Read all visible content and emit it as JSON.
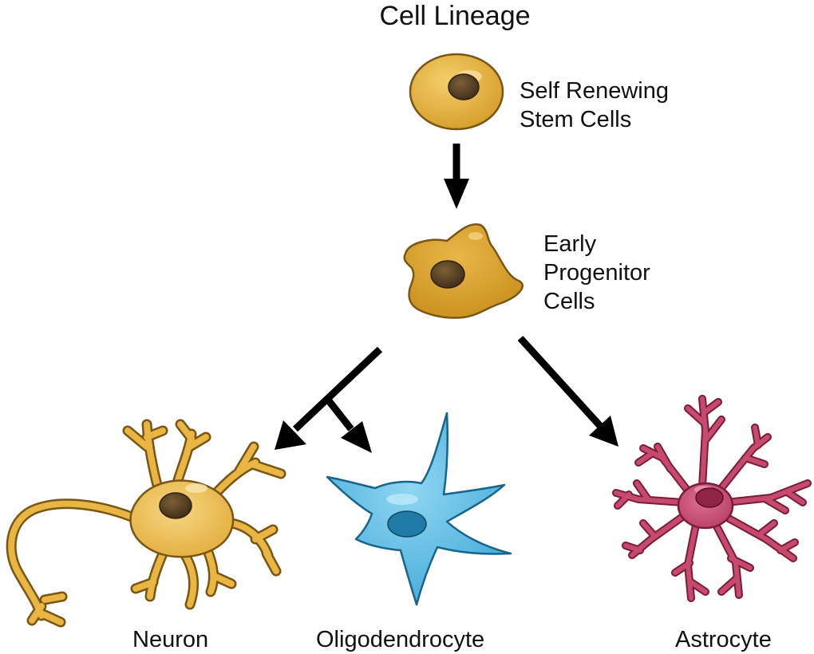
{
  "title": "Cell Lineage",
  "stem_cells": {
    "line1": "Self Renewing",
    "line2": "Stem Cells"
  },
  "progenitor_cells": {
    "line1": "Early",
    "line2": "Progenitor",
    "line3": "Cells"
  },
  "mature_cells": {
    "neuron": "Neuron",
    "oligodendrocyte": "Oligodendrocyte",
    "astrocyte": "Astrocyte"
  },
  "colors": {
    "neuron_fill": "#E9B543",
    "stem_fill": "#E2AC38",
    "progenitor_fill": "#D8A02A",
    "cell_outline": "#7A5514",
    "nucleus": "#5A4224",
    "oligodendrocyte_fill": "#58B8DF",
    "oligodendrocyte_outline": "#17648C",
    "oligodendrocyte_nucleus": "#1F7BA6",
    "astrocyte_fill": "#C64A6E",
    "astrocyte_outline": "#7B1C38",
    "astrocyte_nucleus": "#8F2444",
    "arrow": "#000000"
  }
}
